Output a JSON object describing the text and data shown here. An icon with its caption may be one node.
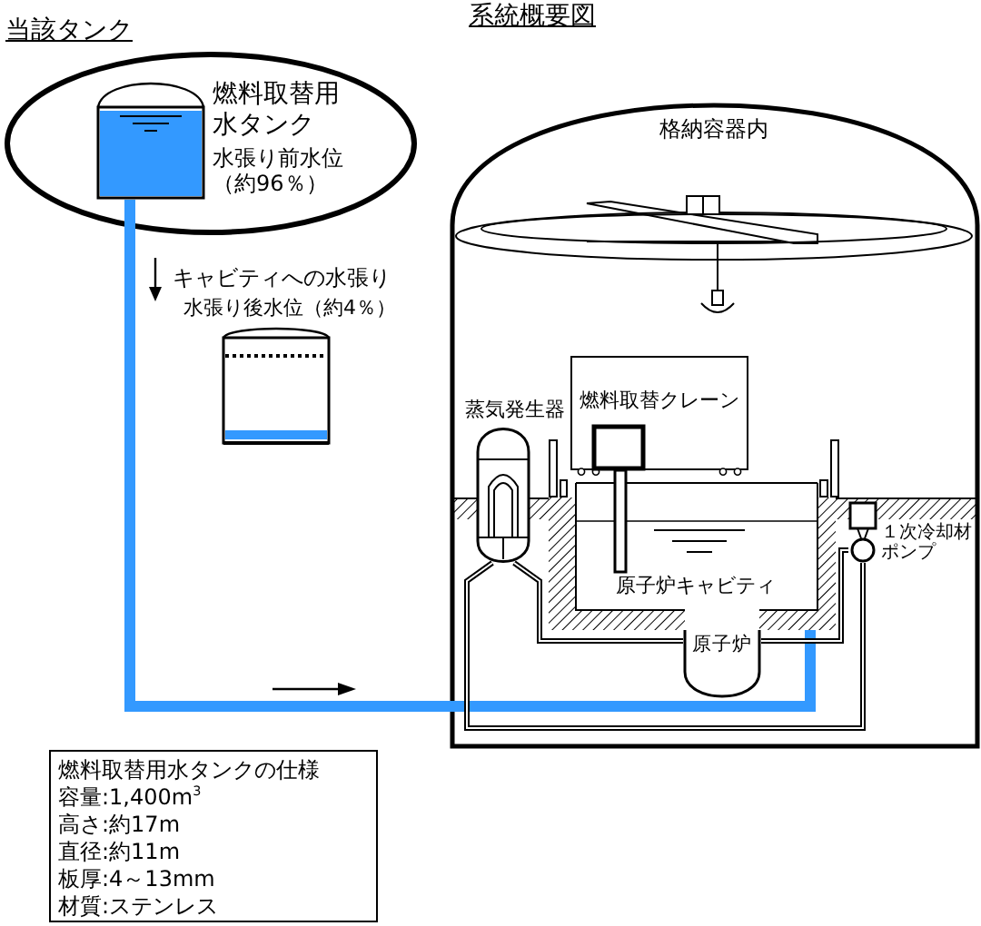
{
  "diagram": {
    "title": "系統概要図",
    "nodes": [
      {
        "text": [
          "当該タンク"
        ]
      },
      {
        "text": [],
        "shape": "cylinder",
        "in": 0,
        "beside": [
          "燃料取替用水タンク",
          "水張り前水位（約96％）"
        ]
      },
      {
        "text": [],
        "shape": "cylinder",
        "beside": [
          "水張り後水位（約4％）"
        ]
      },
      {
        "text": [
          "格納容器内"
        ]
      },
      {
        "text": [
          "燃料取替クレーン"
        ],
        "in": 3
      },
      {
        "text": [
          "蒸気発生器"
        ],
        "in": 3
      },
      {
        "text": [
          "１次冷却材ポンプ"
        ],
        "in": 3
      },
      {
        "text": [
          "原子炉キャビティ"
        ],
        "in": 3
      },
      {
        "text": [
          "原子炉"
        ],
        "in": 3
      },
      {
        "text": [
          "燃料取替用水タンクの仕様",
          "容量:1,400m$^{3}$",
          "高さ:約17m",
          "直径:約11m",
          "板厚:4～13mm",
          "材質:ステンレス"
        ]
      }
    ],
    "edges": [
      {
        "from": 1,
        "to": 7,
        "arrow": "none",
        "style": "thick",
        "color": "#3399ff"
      },
      {
        "from": 5,
        "to": 8,
        "arrow": "none"
      },
      {
        "from": 8,
        "to": 6,
        "arrow": "none"
      },
      {
        "from": 6,
        "to": 5,
        "arrow": "none"
      }
    ],
    "labels": [
      "キャビティへの水張り"
    ]
  }
}
